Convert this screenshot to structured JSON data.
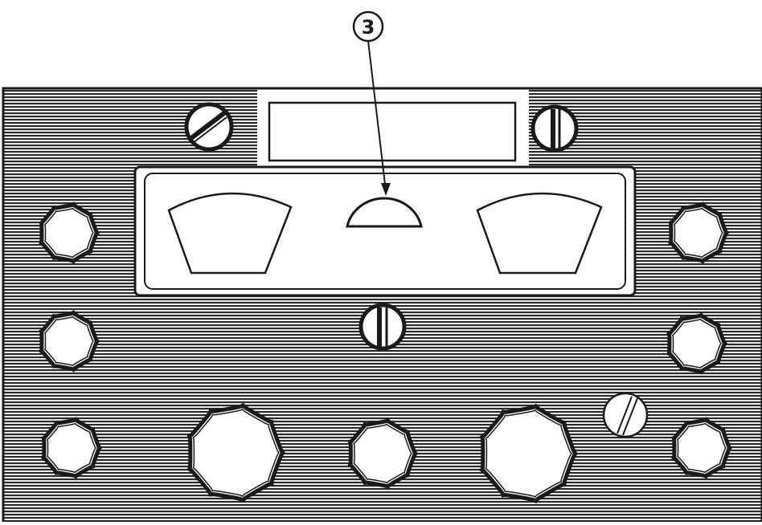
{
  "callouts": [
    {
      "label": "3",
      "target": "indicator-lamp"
    }
  ],
  "colors": {
    "ink": "#1a1a1a",
    "paper": "#ffffff",
    "hatch": "#2a2a2a"
  },
  "parts": {
    "label_window": "blank-rectangle",
    "meters": [
      "left-meter",
      "right-meter"
    ],
    "lamp": "indicator-lamp",
    "screws": [
      "screw-top-left",
      "screw-top-right",
      "screw-center",
      "screw-lower-right"
    ],
    "knobs": [
      "knob-left-upper",
      "knob-left-middle",
      "knob-left-lower",
      "knob-right-upper",
      "knob-right-middle",
      "knob-right-lower",
      "knob-large-left",
      "knob-center-small",
      "knob-large-right"
    ]
  }
}
